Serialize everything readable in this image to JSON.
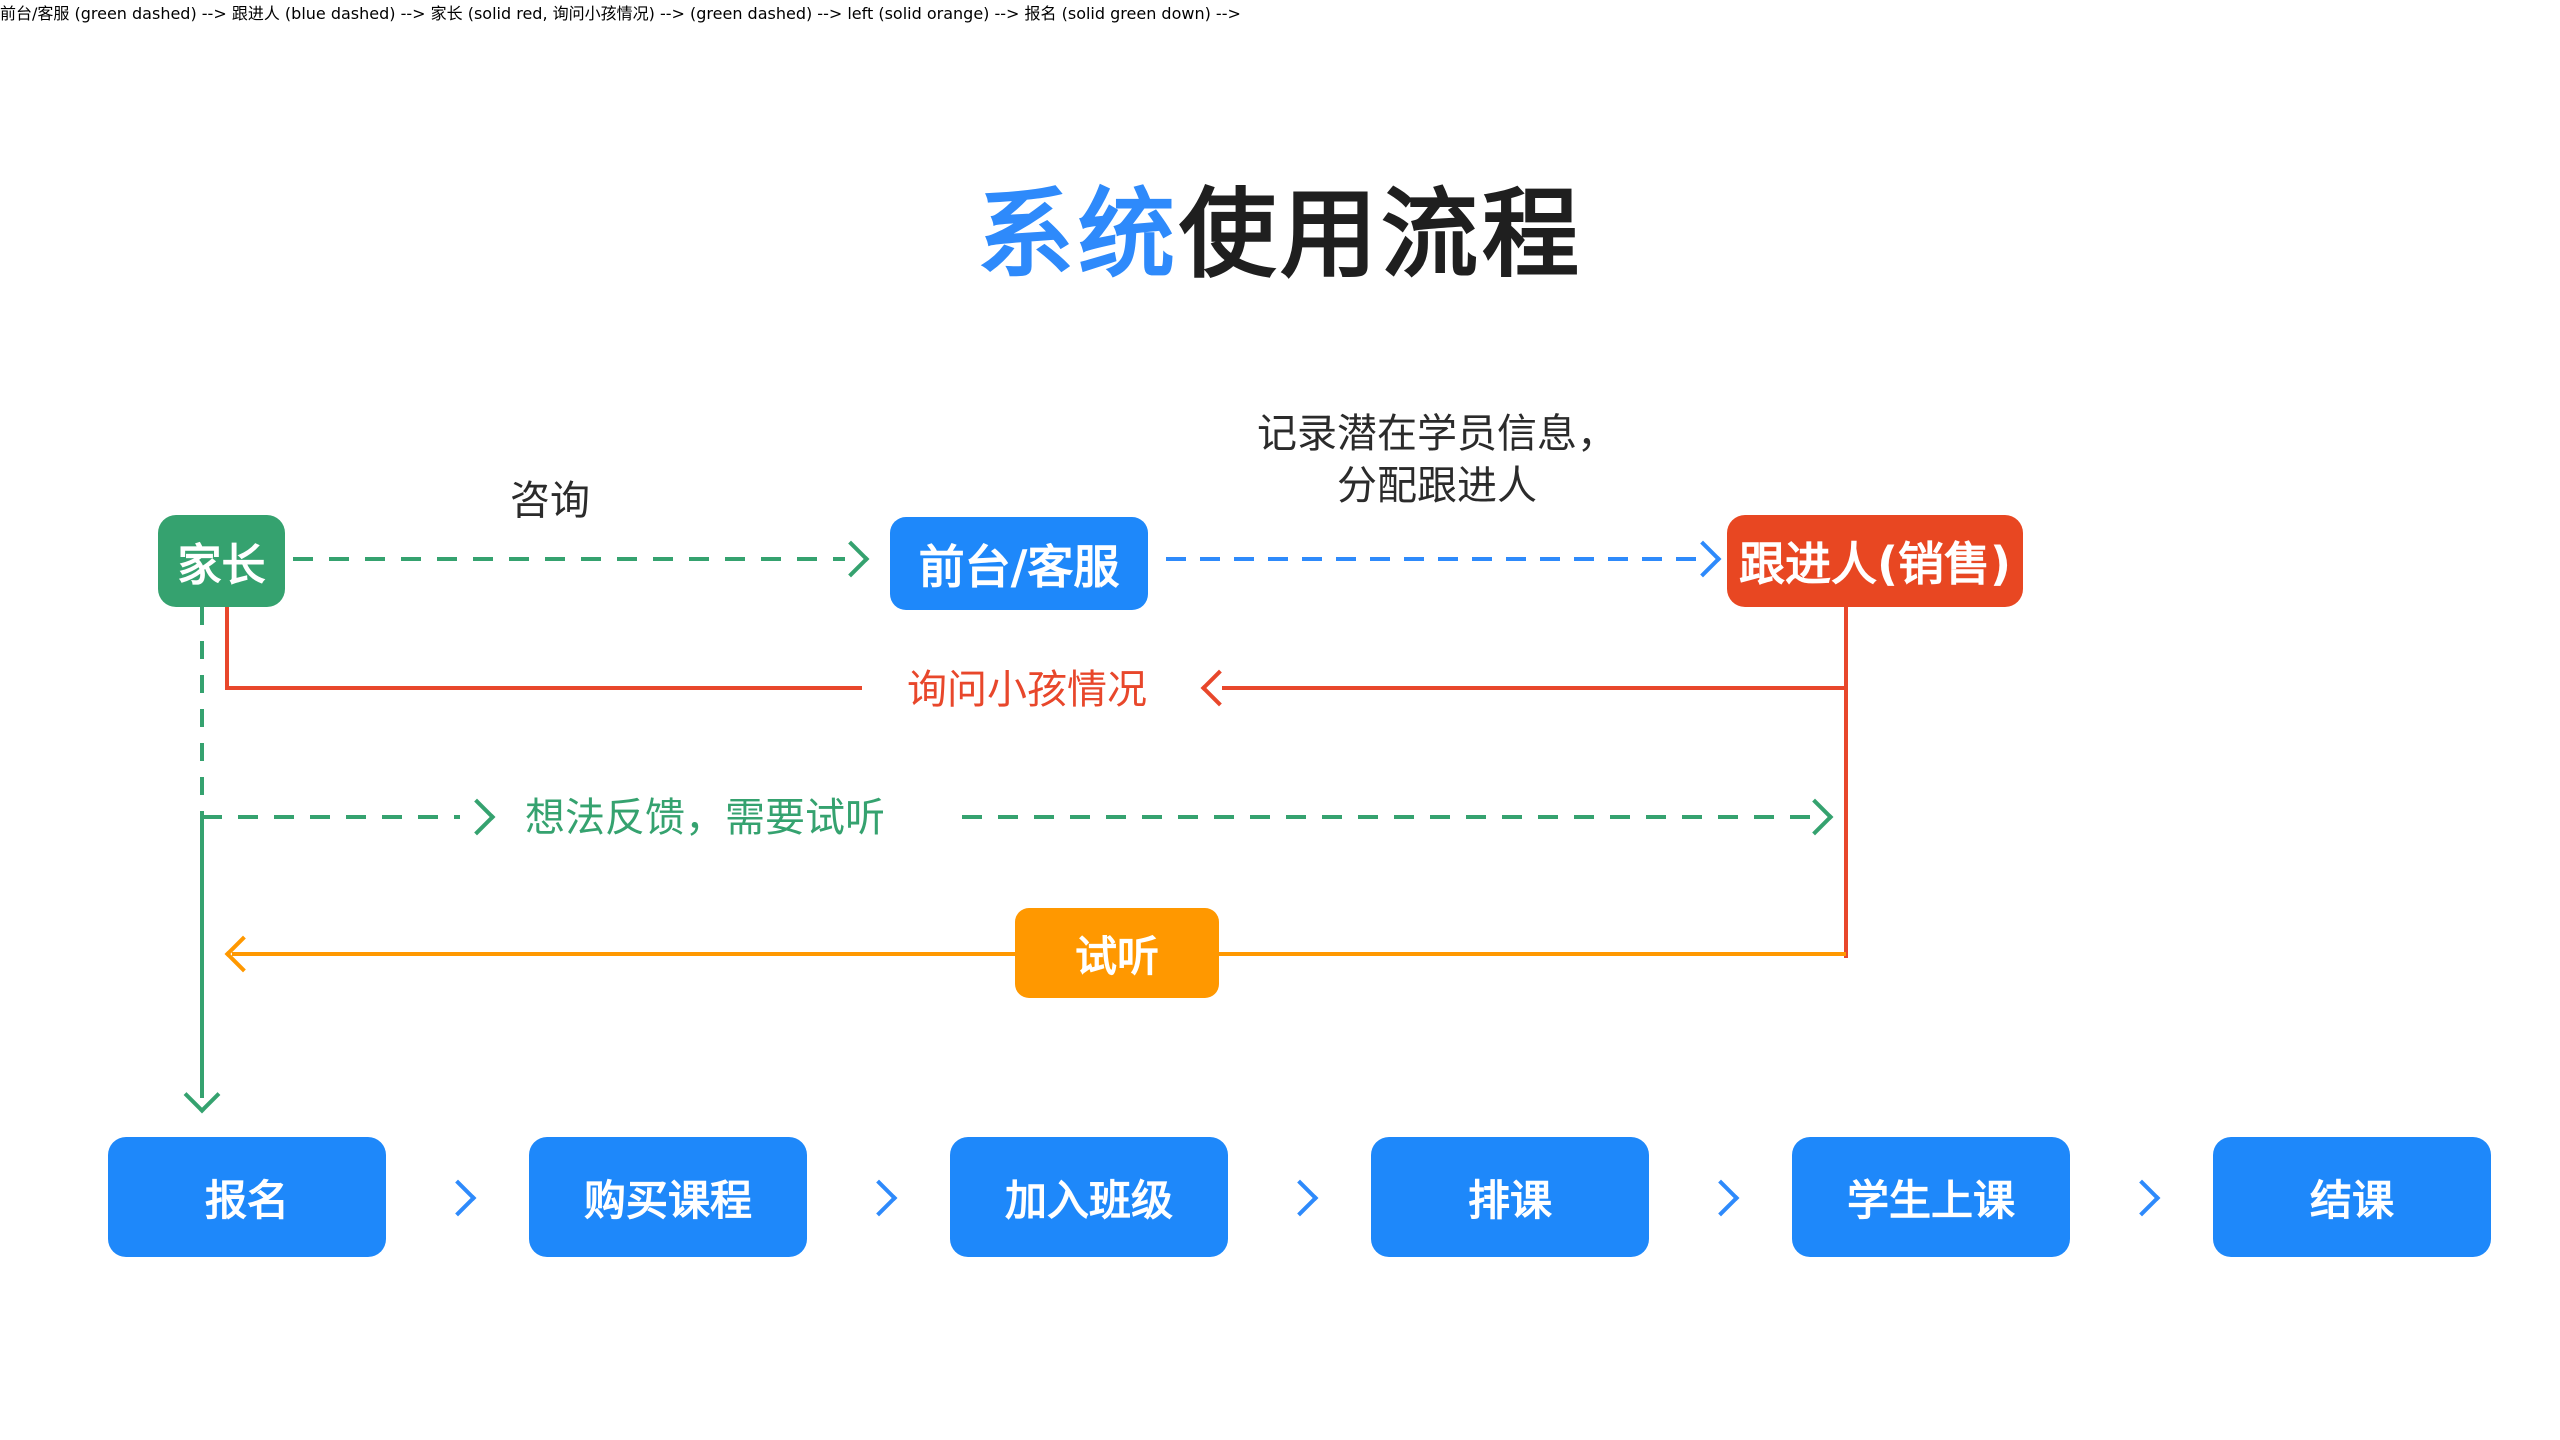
{
  "title": {
    "highlight": "系统",
    "rest": "使用流程"
  },
  "nodes": {
    "parent": "家长",
    "front_desk": "前台/客服",
    "sales": "跟进人(销售)",
    "trial": "试听"
  },
  "edge_labels": {
    "consult": "咨询",
    "record_line1": "记录潜在学员信息，",
    "record_line2": "分配跟进人",
    "ask_child": "询问小孩情况",
    "feedback": "想法反馈，需要试听"
  },
  "flow_steps": [
    "报名",
    "购买课程",
    "加入班级",
    "排课",
    "学生上课",
    "结课"
  ],
  "colors": {
    "green": "#35a26f",
    "blue": "#1e88fa",
    "red": "#e84722",
    "orange": "#ff9800",
    "title_blue": "#2e8afb",
    "title_dark": "#1f1f1f",
    "label_text": "#2b2b2b"
  }
}
